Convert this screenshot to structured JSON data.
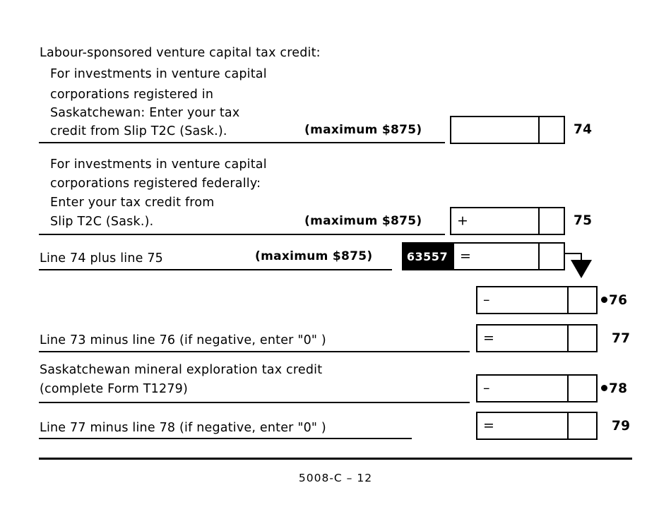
{
  "form": {
    "footer_label": "5008-C – 12"
  },
  "heading": {
    "text": "Labour-sponsored venture capital tax credit:"
  },
  "rows": [
    {
      "id": "row-74",
      "lines": [
        "For investments in venture capital",
        "corporations registered in",
        "Saskatchewan: Enter your tax",
        "credit from Slip T2C (Sask.)."
      ],
      "max_note": "(maximum $875)",
      "operator": "",
      "line_number": "74",
      "has_bullet": false,
      "field_code": "",
      "value": "",
      "cents": ""
    },
    {
      "id": "row-75",
      "lines": [
        "For investments in venture capital",
        "corporations registered federally:",
        "Enter your tax credit from",
        "Slip T2C (Sask.)."
      ],
      "max_note": "(maximum $875)",
      "operator": "+",
      "line_number": "75",
      "has_bullet": false,
      "field_code": "",
      "value": "",
      "cents": ""
    },
    {
      "id": "row-sum",
      "lines": [
        "Line 74 plus line 75"
      ],
      "max_note": "(maximum $875)",
      "operator": "=",
      "line_number": "",
      "has_bullet": false,
      "field_code": "63557",
      "value": "",
      "cents": ""
    },
    {
      "id": "row-76",
      "lines": [],
      "max_note": "",
      "operator": "–",
      "line_number": "76",
      "has_bullet": true,
      "field_code": "",
      "value": "",
      "cents": ""
    },
    {
      "id": "row-77",
      "lines": [
        "Line 73 minus line 76 (if negative, enter \"0\" )"
      ],
      "max_note": "",
      "operator": "=",
      "line_number": "77",
      "has_bullet": false,
      "field_code": "",
      "value": "",
      "cents": ""
    },
    {
      "id": "row-78",
      "lines": [
        "Saskatchewan mineral exploration tax credit",
        "(complete Form T1279)"
      ],
      "max_note": "",
      "operator": "–",
      "line_number": "78",
      "has_bullet": true,
      "field_code": "",
      "value": "",
      "cents": ""
    },
    {
      "id": "row-79",
      "lines": [
        "Line 77 minus line 78 (if negative, enter \"0\" )"
      ],
      "max_note": "",
      "operator": "=",
      "line_number": "79",
      "has_bullet": false,
      "field_code": "",
      "value": "",
      "cents": ""
    }
  ]
}
